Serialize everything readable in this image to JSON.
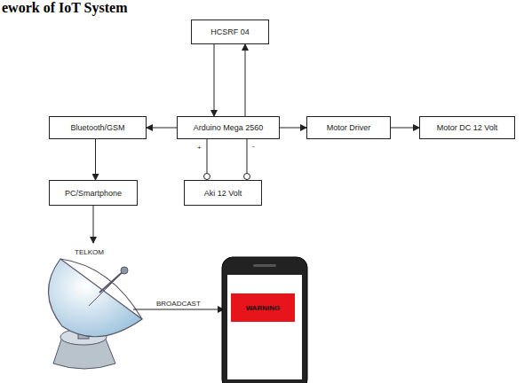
{
  "diagram": {
    "title": "ework of IoT System",
    "nodes": [
      {
        "text": [
          "HCSRF 04"
        ]
      },
      {
        "text": [
          "Bluetooth/GSM"
        ]
      },
      {
        "text": [
          "Arduino Mega 2560"
        ]
      },
      {
        "text": [
          "Motor Driver"
        ]
      },
      {
        "text": [
          "Motor DC 12 Volt"
        ]
      },
      {
        "text": [
          "PC/Smartphone"
        ]
      },
      {
        "text": [
          "Aki 12 Volt"
        ]
      },
      {
        "text": [
          "WARNING"
        ]
      }
    ],
    "edges": [
      {
        "from": 0,
        "to": 2,
        "arrow": "to"
      },
      {
        "from": 2,
        "to": 0,
        "arrow": "to"
      },
      {
        "from": 2,
        "to": 1,
        "arrow": "to"
      },
      {
        "from": 2,
        "to": 3,
        "arrow": "to"
      },
      {
        "from": 3,
        "to": 4,
        "arrow": "to"
      },
      {
        "from": 1,
        "to": 5,
        "arrow": "to"
      },
      {
        "from": 6,
        "to": 2,
        "arrow": "none"
      },
      {
        "from": 6,
        "to": 2,
        "arrow": "none"
      }
    ],
    "labels": [
      "+",
      "-",
      "TELKOM",
      "BROADCAST"
    ]
  }
}
